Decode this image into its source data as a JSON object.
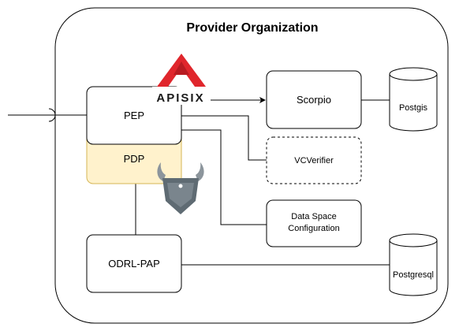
{
  "container": {
    "title": "Provider Organization"
  },
  "nodes": {
    "pep": {
      "label": "PEP"
    },
    "pdp": {
      "label": "PDP"
    },
    "scorpio": {
      "label": "Scorpio"
    },
    "vcverifier": {
      "label": "VCVerifier"
    },
    "data_space_config": {
      "line1": "Data Space",
      "line2": "Configuration"
    },
    "odrl_pap": {
      "label": "ODRL-PAP"
    },
    "postgis": {
      "label": "Postgis"
    },
    "postgresql": {
      "label": "Postgresql"
    }
  },
  "logos": {
    "apisix": "APISIX"
  },
  "icons": {
    "gateway": "apisix-logo-icon",
    "policy": "opa-logo-icon"
  },
  "colors": {
    "pdp_fill": "#fff2cc",
    "pdp_stroke": "#d6b656",
    "apisix_red": "#e0262c",
    "opa_gray": "#5f6b73"
  }
}
